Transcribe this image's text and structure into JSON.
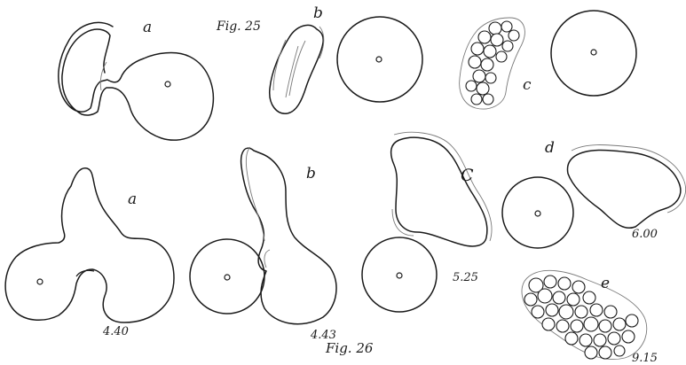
{
  "figures": {
    "fig25": {
      "title": "Fig. 25",
      "panels": {
        "a": "a",
        "b": "b",
        "c": "c"
      }
    },
    "fig26": {
      "title": "Fig. 26",
      "panels": {
        "a": "a",
        "b": "b",
        "c": "C",
        "d": "d",
        "e": "e"
      },
      "times": {
        "a": "4.40",
        "b": "4.43",
        "c": "5.25",
        "d": "6.00",
        "e": "9.15"
      }
    }
  }
}
